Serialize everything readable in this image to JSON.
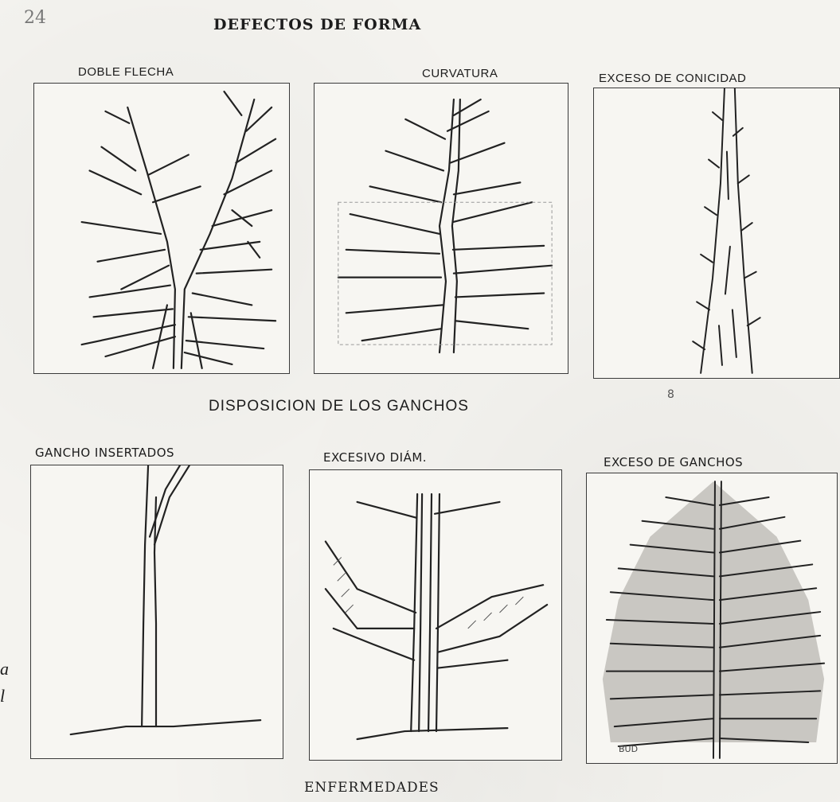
{
  "page": {
    "corner_mark": "24",
    "title": "DEFECTOS DE FORMA",
    "section_label": "DISPOSICION DE LOS GANCHOS",
    "footer_title": "ENFERMEDADES",
    "bottom_right_mark": "8",
    "left_fragment_1": "a",
    "left_fragment_2": "l",
    "panel_scribble": "BUD"
  },
  "panels": [
    {
      "label": "DOBLE FLECHA"
    },
    {
      "label": "CURVATURA"
    },
    {
      "label": "EXCESO DE CONICIDAD"
    },
    {
      "label": "GANCHO INSERTADOS"
    },
    {
      "label": "EXCESIVO DIÁM."
    },
    {
      "label": "EXCESO DE GANCHOS"
    }
  ]
}
